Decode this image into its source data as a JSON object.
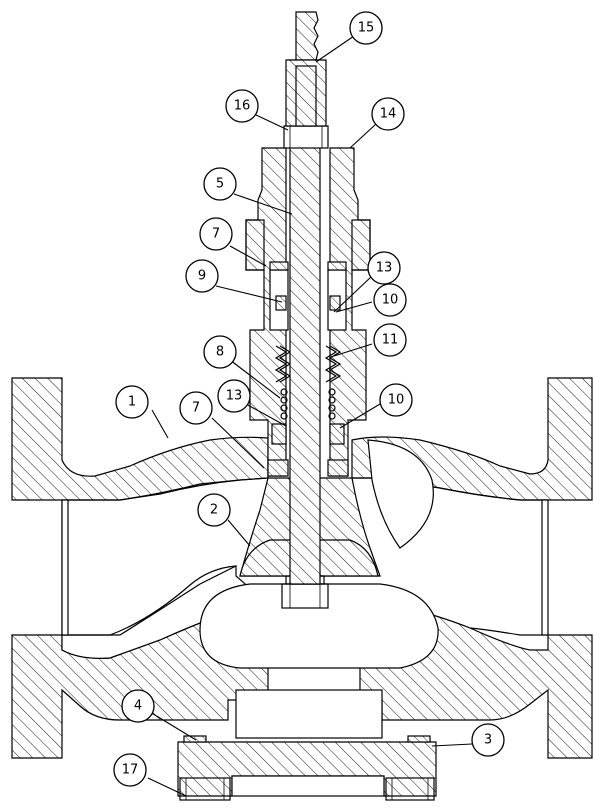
{
  "parts": [
    {
      "id": "balloon-1",
      "number": "1"
    },
    {
      "id": "balloon-2",
      "number": "2"
    },
    {
      "id": "balloon-3",
      "number": "3"
    },
    {
      "id": "balloon-4",
      "number": "4"
    },
    {
      "id": "balloon-5",
      "number": "5"
    },
    {
      "id": "balloon-7a",
      "number": "7"
    },
    {
      "id": "balloon-7b",
      "number": "7"
    },
    {
      "id": "balloon-8",
      "number": "8"
    },
    {
      "id": "balloon-9",
      "number": "9"
    },
    {
      "id": "balloon-10a",
      "number": "10"
    },
    {
      "id": "balloon-10b",
      "number": "10"
    },
    {
      "id": "balloon-11",
      "number": "11"
    },
    {
      "id": "balloon-13a",
      "number": "13"
    },
    {
      "id": "balloon-13b",
      "number": "13"
    },
    {
      "id": "balloon-14",
      "number": "14"
    },
    {
      "id": "balloon-15",
      "number": "15"
    },
    {
      "id": "balloon-16",
      "number": "16"
    },
    {
      "id": "balloon-17",
      "number": "17"
    }
  ]
}
